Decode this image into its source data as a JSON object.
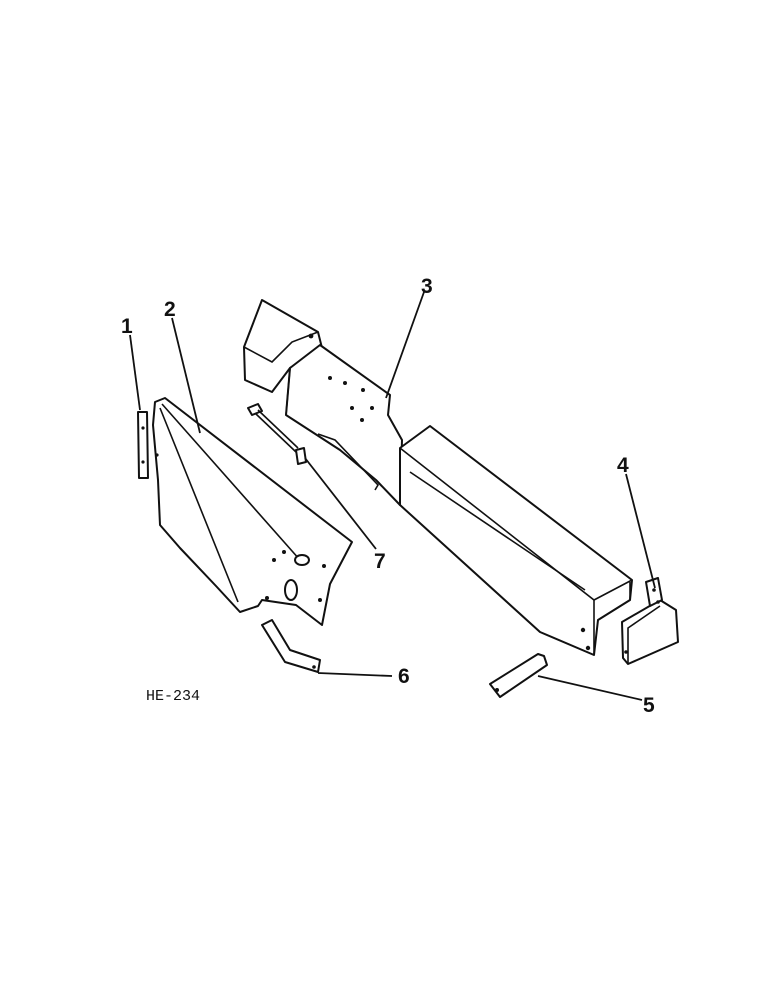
{
  "callouts": [
    "1",
    "2",
    "3",
    "4",
    "5",
    "6",
    "7"
  ],
  "figure_code": "HE-234"
}
